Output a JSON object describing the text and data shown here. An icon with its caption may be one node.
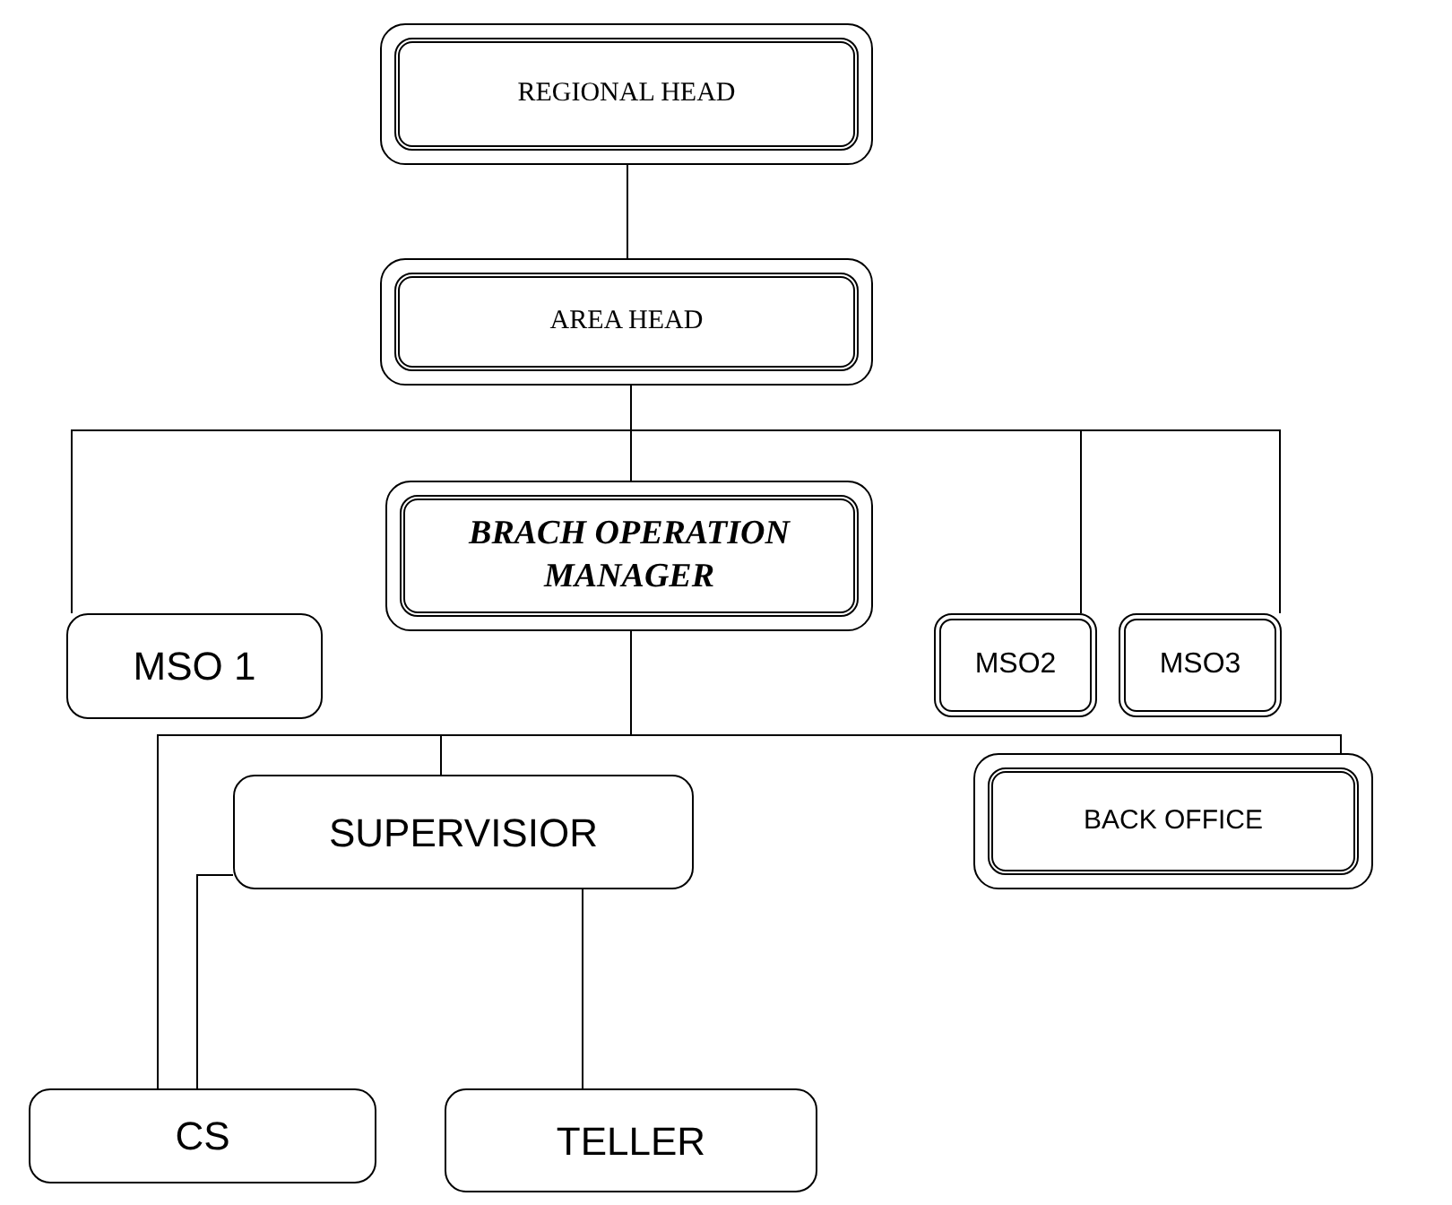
{
  "diagram": {
    "nodes": [
      {
        "text": [
          "REGIONAL HEAD"
        ]
      },
      {
        "text": [
          "AREA HEAD"
        ]
      },
      {
        "text": [
          "BRACH OPERATION MANAGER"
        ]
      },
      {
        "text": [
          "MSO 1"
        ]
      },
      {
        "text": [
          "MSO2"
        ]
      },
      {
        "text": [
          "MSO3"
        ]
      },
      {
        "text": [
          "SUPERVISIOR"
        ]
      },
      {
        "text": [
          "BACK OFFICE"
        ]
      },
      {
        "text": [
          "CS"
        ]
      },
      {
        "text": [
          "TELLER"
        ]
      }
    ],
    "edges": [
      {
        "from": 0,
        "to": 1,
        "arrow": "none"
      },
      {
        "from": 1,
        "to": 3,
        "arrow": "none"
      },
      {
        "from": 1,
        "to": 2,
        "arrow": "none"
      },
      {
        "from": 1,
        "to": 4,
        "arrow": "none"
      },
      {
        "from": 1,
        "to": 5,
        "arrow": "none"
      },
      {
        "from": 2,
        "to": 8,
        "arrow": "none"
      },
      {
        "from": 2,
        "to": 6,
        "arrow": "none"
      },
      {
        "from": 2,
        "to": 7,
        "arrow": "none"
      },
      {
        "from": 6,
        "to": 8,
        "arrow": "none"
      },
      {
        "from": 6,
        "to": 9,
        "arrow": "none"
      }
    ]
  }
}
